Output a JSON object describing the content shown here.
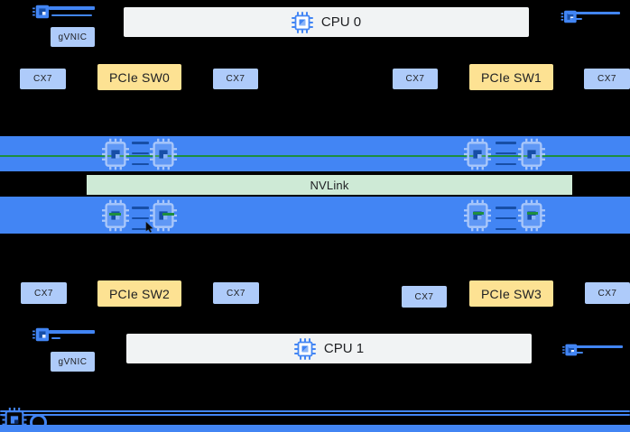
{
  "colors": {
    "bar_blue": "#4285F4",
    "nic_box_blue": "#AECBFA",
    "switch_yellow": "#FDE293",
    "cpu_gray": "#F1F3F4",
    "nvlink_green_bg": "#CEEAD6",
    "nvlink_line_green": "#1E8E3E",
    "chip_dark_blue": "#174EA6",
    "text_dark": "#202124",
    "background": "#000000"
  },
  "top_host": {
    "gvnic_label": "gVNIC",
    "cpu_label": "CPU 0",
    "device_row": [
      "CX7",
      "PCIe SW0",
      "CX7",
      "CX7",
      "PCIe SW1",
      "CX7"
    ]
  },
  "gpu_fabric": {
    "nvlink_label": "NVLink"
  },
  "bottom_host": {
    "device_row": [
      "CX7",
      "PCIe SW2",
      "CX7",
      "CX7",
      "PCIe SW3",
      "CX7"
    ],
    "cpu_label": "CPU 1",
    "gvnic_label": "gVNIC"
  },
  "icons": {
    "cpu_chip": "compute-chip-icon",
    "gpu_chip": "gpu-chip-icon",
    "nic_chip": "nic-chip-icon",
    "legend_chip": "chip-icon",
    "cursor": "mouse-cursor-icon"
  }
}
